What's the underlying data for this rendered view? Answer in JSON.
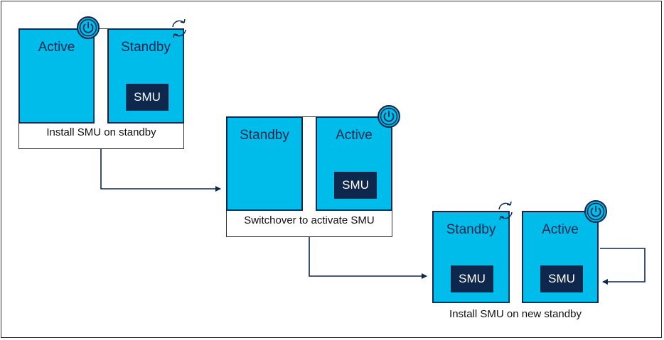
{
  "stage1": {
    "left_label": "Active",
    "right_label": "Standby",
    "smu": "SMU",
    "caption": "Install SMU on standby"
  },
  "stage2": {
    "left_label": "Standby",
    "right_label": "Active",
    "smu": "SMU",
    "caption": "Switchover to activate SMU"
  },
  "stage3": {
    "left_label": "Standby",
    "right_label": "Active",
    "smu_left": "SMU",
    "smu_right": "SMU",
    "caption": "Install SMU on new standby"
  },
  "icons": {
    "power": "power-icon",
    "reload": "reload-icon"
  },
  "colors": {
    "box_fill": "#00bceb",
    "dark": "#0d274d"
  }
}
